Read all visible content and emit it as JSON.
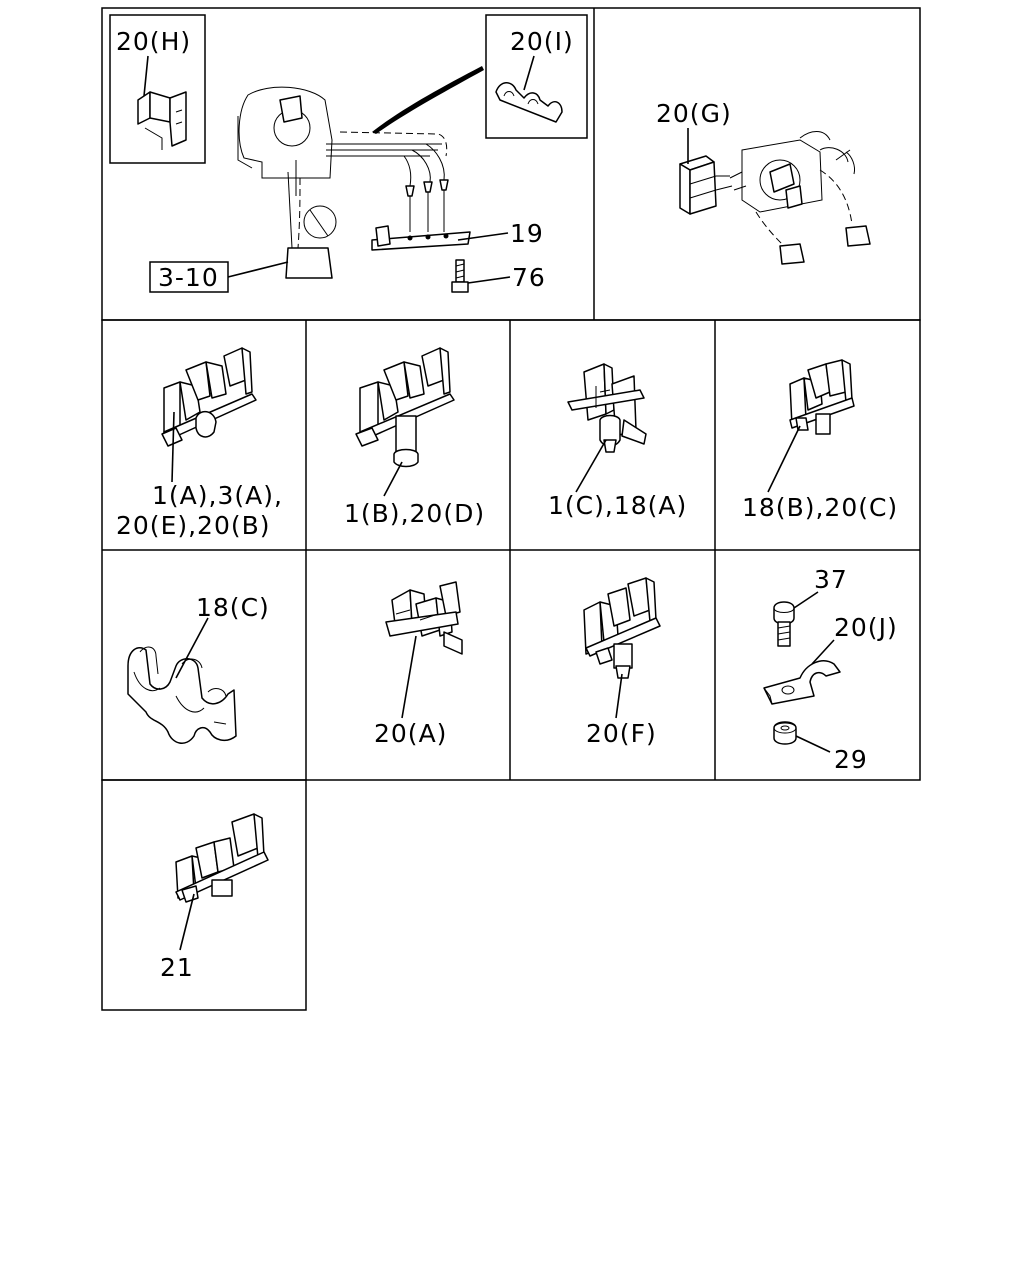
{
  "callouts": {
    "c20h": "20(H)",
    "c20i": "20(I)",
    "c19": "19",
    "c310": "3-10",
    "c76": "76",
    "c20g": "20(G)",
    "c1a_line1": "1(A),3(A),",
    "c1a_line2": "20(E),20(B)",
    "c1b": "1(B),20(D)",
    "c1c": "1(C),18(A)",
    "c18b": "18(B),20(C)",
    "c18c": "18(C)",
    "c20a": "20(A)",
    "c20f": "20(F)",
    "c37": "37",
    "c20j": "20(J)",
    "c29": "29",
    "c21": "21"
  }
}
